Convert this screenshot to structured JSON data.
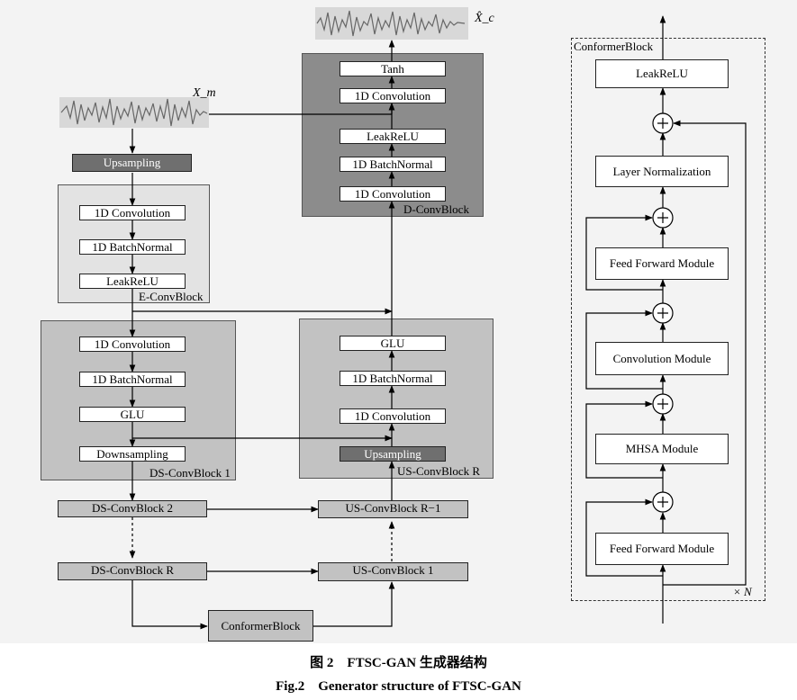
{
  "colors": {
    "light_block": "#e3e3e3",
    "mid_block": "#c2c2c2",
    "dark_block": "#8c8c8c",
    "darkest_fill": "#6f6f6f",
    "line": "#000000"
  },
  "signals": {
    "input_label": "X_m",
    "output_label": "X̂_c"
  },
  "upsampling_top": "Upsampling",
  "e_block": {
    "title": "E-ConvBlock",
    "items": [
      "1D Convolution",
      "1D BatchNormal",
      "LeakReLU"
    ]
  },
  "ds_block": {
    "title": "DS-ConvBlock 1",
    "items": [
      "1D Convolution",
      "1D BatchNormal",
      "GLU",
      "Downsampling"
    ]
  },
  "ds2": "DS-ConvBlock 2",
  "dsR": "DS-ConvBlock R",
  "conformer_mid": "ConformerBlock",
  "us1": "US-ConvBlock 1",
  "usR1": "US-ConvBlock R−1",
  "us_block": {
    "title": "US-ConvBlock R",
    "items": [
      "GLU",
      "1D BatchNormal",
      "1D Convolution",
      "Upsampling"
    ]
  },
  "d_block": {
    "title": "D-ConvBlock",
    "items": [
      "Tanh",
      "1D Convolution",
      "LeakReLU",
      "1D BatchNormal",
      "1D Convolution"
    ]
  },
  "conformer_detail": {
    "title": "ConformerBlock",
    "repeat": "× N",
    "plus": "+",
    "items": [
      "LeakReLU",
      "Layer Normalization",
      "Feed Forward Module",
      "Convolution Module",
      "MHSA Module",
      "Feed Forward Module"
    ]
  },
  "captions": {
    "cn": "图 2　FTSC-GAN 生成器结构",
    "en": "Fig.2　Generator structure of FTSC-GAN"
  }
}
